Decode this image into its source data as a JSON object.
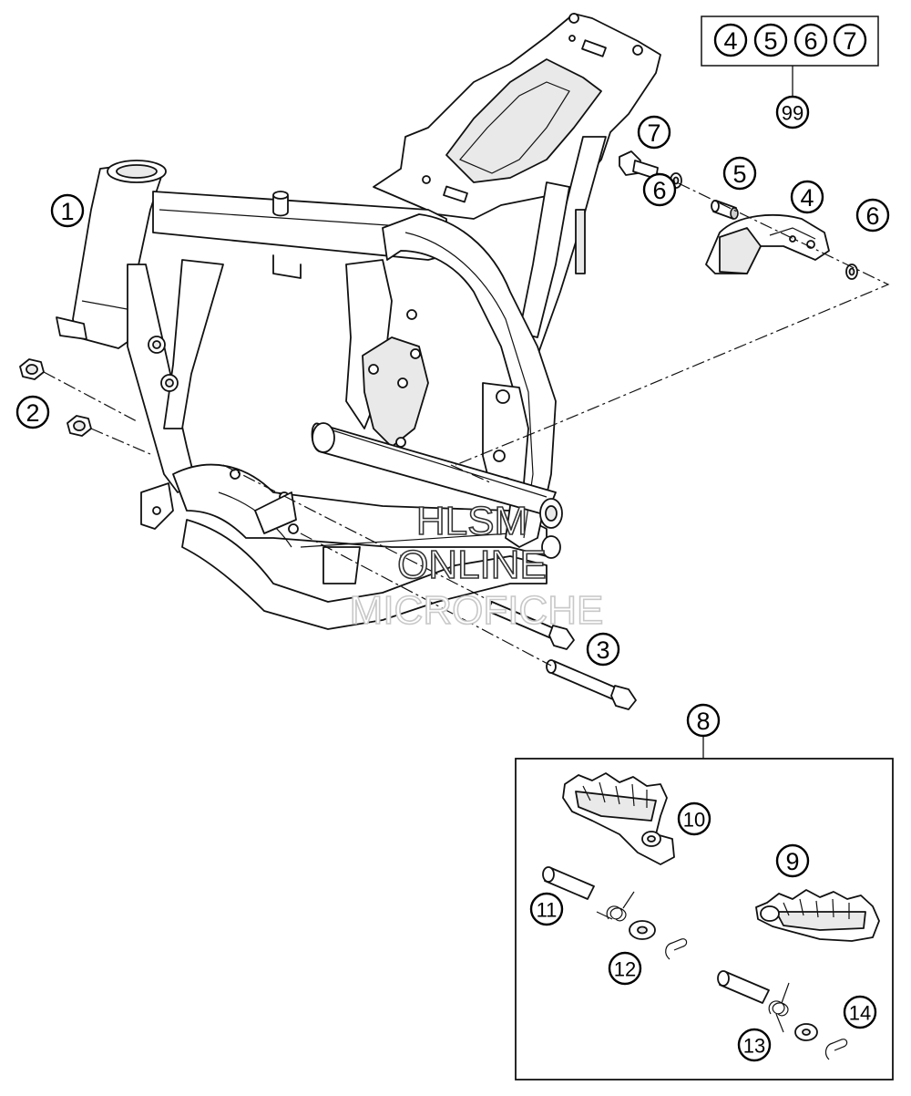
{
  "callouts": {
    "c1": "1",
    "c2": "2",
    "c3": "3",
    "c4a": "4",
    "c4b": "4",
    "c5a": "5",
    "c5b": "5",
    "c6a": "6",
    "c6b": "6",
    "c6c": "6",
    "c7a": "7",
    "c7b": "7",
    "c8": "8",
    "c9": "9",
    "c10": "10",
    "c11": "11",
    "c12": "12",
    "c13": "13",
    "c14": "14",
    "c99": "99"
  },
  "watermark": {
    "line1": "HLSM",
    "line2": "ONLINE",
    "line3": "MICROFICHE"
  },
  "colors": {
    "line": "#111111",
    "background": "#ffffff",
    "watermark_dark": "#333333",
    "watermark_light": "#c8c8c8"
  }
}
